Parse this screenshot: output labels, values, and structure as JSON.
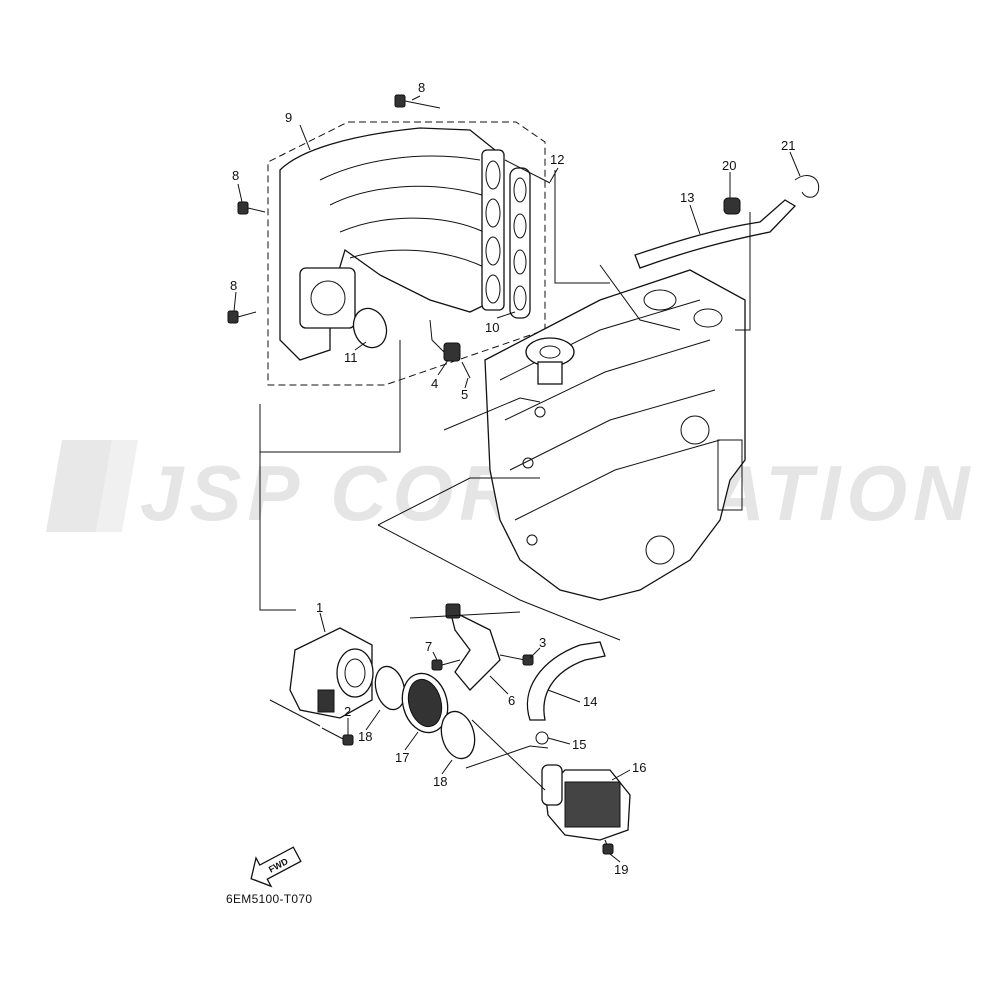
{
  "diagram": {
    "reference_code": "6EM5100-T070",
    "fwd_label": "FWD",
    "watermark_text": "JSP CORPORATION",
    "callouts": [
      {
        "id": "1",
        "label": "1"
      },
      {
        "id": "2",
        "label": "2"
      },
      {
        "id": "3",
        "label": "3"
      },
      {
        "id": "4",
        "label": "4"
      },
      {
        "id": "5",
        "label": "5"
      },
      {
        "id": "6",
        "label": "6"
      },
      {
        "id": "7",
        "label": "7"
      },
      {
        "id": "8a",
        "label": "8"
      },
      {
        "id": "8b",
        "label": "8"
      },
      {
        "id": "8c",
        "label": "8"
      },
      {
        "id": "9",
        "label": "9"
      },
      {
        "id": "10",
        "label": "10"
      },
      {
        "id": "11",
        "label": "11"
      },
      {
        "id": "12",
        "label": "12"
      },
      {
        "id": "13",
        "label": "13"
      },
      {
        "id": "14",
        "label": "14"
      },
      {
        "id": "15",
        "label": "15"
      },
      {
        "id": "16",
        "label": "16"
      },
      {
        "id": "17",
        "label": "17"
      },
      {
        "id": "18a",
        "label": "18"
      },
      {
        "id": "18b",
        "label": "18"
      },
      {
        "id": "19",
        "label": "19"
      },
      {
        "id": "20",
        "label": "20"
      },
      {
        "id": "21",
        "label": "21"
      }
    ]
  }
}
